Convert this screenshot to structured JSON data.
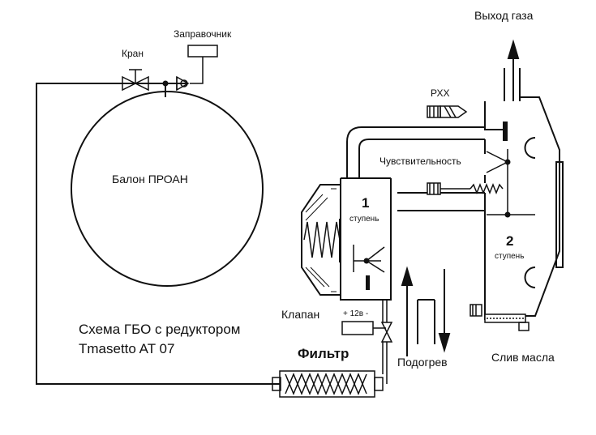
{
  "labels": {
    "gas_outlet": "Выход газа",
    "refuel": "Заправочник",
    "valve_tap": "Кран",
    "tank": "Балон ПРОАН",
    "idle_screw": "РХХ",
    "sensitivity": "Чувствительность",
    "stage1_num": "1",
    "stage1_word": "ступень",
    "stage2_num": "2",
    "stage2_word": "ступень",
    "solenoid": "Клапан",
    "voltage": "+ 12в -",
    "scheme_line1": "Схема ГБО с редуктором",
    "scheme_line2": "Tmasetto AT 07",
    "filter": "Фильтр",
    "heating": "Подогрев",
    "oil_drain": "Слив масла"
  }
}
